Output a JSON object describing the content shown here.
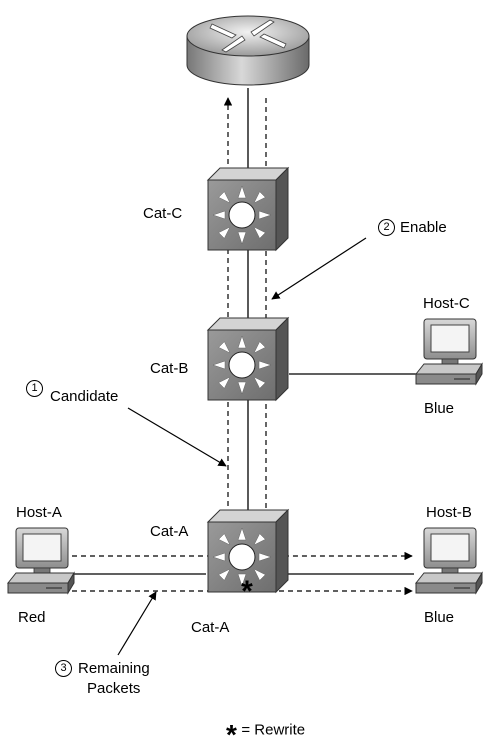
{
  "devices": {
    "cat_c": "Cat-C",
    "cat_b": "Cat-B",
    "cat_a_top": "Cat-A",
    "cat_a_bottom": "Cat-A",
    "host_a": "Host-A",
    "host_b": "Host-B",
    "host_c": "Host-C"
  },
  "vlans": {
    "host_a": "Red",
    "host_b": "Blue",
    "host_c": "Blue"
  },
  "steps": [
    {
      "number": "1",
      "label": "Candidate"
    },
    {
      "number": "2",
      "label": "Enable"
    },
    {
      "number": "3",
      "label_line1": "Remaining",
      "label_line2": "Packets"
    }
  ],
  "legend": {
    "symbol": "*",
    "text": "= Rewrite"
  }
}
